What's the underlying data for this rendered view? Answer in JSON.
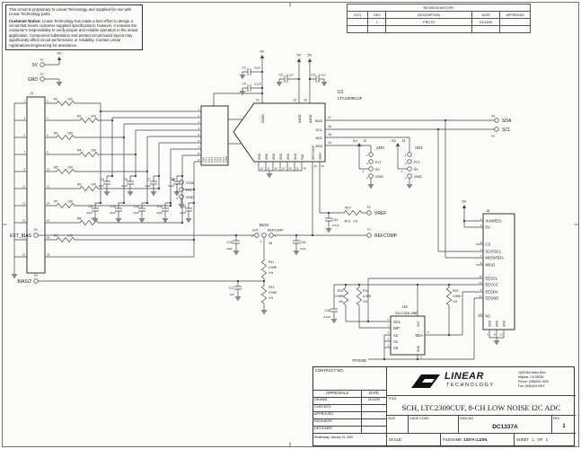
{
  "sheet": {
    "disclaimer1": "This circuit is proprietary to Linear Technology and supplied for use with Linear Technology parts.",
    "notice_label": "Customer Notice:",
    "disclaimer2": "Linear Technology has made a best effort to design a circuit that meets customer-supplied specifications; however, it remains the customer's responsibility to verify proper and reliable operation in the actual application. Component substitution and printed circuit board layout may significantly affect circuit performance or reliability. Contact Linear Applications Engineering for assistance."
  },
  "revision_table": {
    "title": "REVISION HISTORY",
    "columns": [
      "ECO",
      "REV",
      "DESCRIPTION",
      "DATE",
      "APPROVED"
    ],
    "row1": {
      "eco": "",
      "rev": "1",
      "description": "PROTO",
      "date": "01/14/09",
      "approved": ""
    }
  },
  "title_block": {
    "contract_label": "CONTRACT NO.",
    "approvals_label": "APPROVALS",
    "date_label": "DATE",
    "roles": [
      "DRAWN",
      "CHECKED",
      "APPROVED",
      "ENGINEER",
      "DESIGNER"
    ],
    "drawn_date": "01/14/09",
    "footer_date": "Wednesday, January 14, 2009",
    "company": {
      "name1": "LINEAR",
      "name2": "TECHNOLOGY",
      "addr1": "1630 McCarthy Blvd.",
      "addr2": "Milpitas, CA 95035",
      "addr3": "Phone: (408)432-1900",
      "addr4": "Fax: (408)434-0507"
    },
    "title_label": "TITLE",
    "title": "SCH, LTC2309CUF, 8-CH LOW NOISE I2C ADC",
    "size_label": "SIZE",
    "cage_label": "CAGE CODE",
    "dwg_label": "DWG NO",
    "dwg_no": "DC1337A",
    "rev_label": "REV",
    "rev": "1",
    "scale_label": "SCALE:",
    "filename_label": "FILENAME:",
    "filename": "1337A-1.DSN",
    "sheet_label": "SHEET",
    "sheet_no": "1",
    "of_label": "OF",
    "sheet_total": "1"
  },
  "power": {
    "v5": "5V"
  },
  "nets": {
    "ffgnd": "FFGND"
  },
  "turrets": {
    "e1": {
      "ref": "E1",
      "label": "5V"
    },
    "e2": {
      "ref": "E2",
      "label": "GND"
    },
    "e3": {
      "ref": "E3",
      "label": "SDA"
    },
    "e4": {
      "ref": "E4",
      "label": "SCL"
    },
    "e5": {
      "ref": "E5",
      "label": "VREF"
    },
    "e6": {
      "ref": "E6",
      "label": "EXT_BIAS"
    },
    "e7": {
      "ref": "E7",
      "label": "REFCOMP"
    },
    "e8": {
      "ref": "E8",
      "label": "BIAS/2"
    }
  },
  "u1": {
    "ref": "U1",
    "part": "LTC2309CUF",
    "mux_inputs": [
      "CH0",
      "CH1",
      "CH2",
      "CH3",
      "CH4",
      "CH5",
      "CH6",
      "CH7",
      "COM"
    ],
    "mux_pin_nums": [
      "1",
      "2",
      "3",
      "4",
      "5",
      "6",
      "7",
      "8",
      "9"
    ],
    "pins": {
      "dvdd": {
        "name": "DVDD",
        "num": "21"
      },
      "avdd1": {
        "name": "AVDD",
        "num": "13"
      },
      "avdd2": {
        "name": "AVDD",
        "num": "12"
      },
      "sda": {
        "name": "SDA",
        "num": "17"
      },
      "scl": {
        "name": "SCL",
        "num": "16"
      },
      "ad1": {
        "name": "AD1",
        "num": "15"
      },
      "ad0": {
        "name": "AD0",
        "num": "14"
      },
      "gnd_label": "GND",
      "gnd_nums": [
        "10",
        "11",
        "18",
        "19",
        "20",
        "22"
      ],
      "pad": {
        "name": "PAD",
        "num": "25"
      },
      "refcomp": {
        "name": "REFCOMP",
        "num": "23"
      },
      "vref": {
        "name": "VREF",
        "num": "24"
      }
    }
  },
  "u2": {
    "ref": "U2",
    "part": "24LC025-I/ST",
    "left": [
      {
        "num": "6",
        "name": "SCL"
      },
      {
        "num": "7",
        "name": "WP"
      },
      {
        "num": "3",
        "name": "A2"
      },
      {
        "num": "2",
        "name": "A1"
      },
      {
        "num": "1",
        "name": "A0"
      }
    ],
    "sda": {
      "num": "5",
      "name": "SDA"
    },
    "vcc": {
      "num": "8",
      "name": "VCC"
    },
    "gnd": {
      "num": "4",
      "name": "GND"
    }
  },
  "j1": {
    "ref": "J1",
    "odd": [
      "1",
      "3",
      "5",
      "7",
      "9",
      "11",
      "13",
      "15",
      "17",
      "19"
    ],
    "even": [
      "2",
      "4",
      "6",
      "8",
      "10",
      "12",
      "14",
      "16",
      "18",
      "20"
    ]
  },
  "j2": {
    "ref": "J2",
    "net": "AD0",
    "nums": [
      "1",
      "2",
      "3",
      "4"
    ],
    "opts": [
      "FLT",
      "5V",
      "GND"
    ]
  },
  "j3": {
    "ref": "J3",
    "net": "AD1",
    "nums": [
      "1",
      "2",
      "3",
      "4"
    ],
    "opts": [
      "FLT",
      "5V",
      "GND"
    ]
  },
  "j4": {
    "ref": "J4",
    "nums": [
      "1",
      "2",
      "3"
    ],
    "opts": [
      "COM",
      "FLT",
      "GND"
    ]
  },
  "j6": {
    "ref": "J6",
    "title": "BIAS",
    "left": "EXT",
    "right": "REFCOMP",
    "nums": [
      "3",
      "2",
      "1"
    ]
  },
  "j5": {
    "ref": "J5",
    "pins": [
      {
        "num": "1",
        "name": "VUNREG"
      },
      {
        "num": "2",
        "name": "5V"
      },
      {
        "num": "6",
        "name": "CS"
      },
      {
        "num": "4",
        "name": "SCK/SCL"
      },
      {
        "num": "7",
        "name": "MOSI/SDA"
      },
      {
        "num": "5",
        "name": "MISO"
      },
      {
        "num": "11",
        "name": "EESCL"
      },
      {
        "num": "10",
        "name": "EEVCC"
      },
      {
        "num": "9",
        "name": "EESDA"
      },
      {
        "num": "12",
        "name": "EEGND"
      },
      {
        "num": "14",
        "name": "NC"
      }
    ],
    "gnd_nums": [
      "3",
      "8",
      "13"
    ],
    "gnd_label": "GND"
  },
  "resistors": {
    "r1": {
      "ref": "R1",
      "value": "100"
    },
    "r2": {
      "ref": "R2",
      "value": "100"
    },
    "r3": {
      "ref": "R3",
      "value": "100"
    },
    "r4": {
      "ref": "R4",
      "value": "100"
    },
    "r5": {
      "ref": "R5",
      "value": "100"
    },
    "r6": {
      "ref": "R6",
      "value": "100"
    },
    "r7": {
      "ref": "R7",
      "value": "100"
    },
    "r8": {
      "ref": "R8",
      "value": "100"
    },
    "r9": {
      "ref": "R9",
      "value": "100"
    },
    "r10": {
      "ref": "R10",
      "value": "49.9",
      "tol": "1%"
    },
    "r11": {
      "ref": "R11",
      "value": "4.99K",
      "tol": "1%"
    },
    "r12": {
      "ref": "R12",
      "value": "4.99K",
      "tol": "1%"
    },
    "r13": {
      "ref": "R13",
      "value": "4.99K",
      "tol": "1%"
    },
    "r14": {
      "ref": "R14",
      "value": "4.99K",
      "tol": "1%"
    },
    "r15": {
      "ref": "R15",
      "value": "4.99K",
      "tol": "1%"
    }
  },
  "caps": {
    "c1": {
      "ref": "C1",
      "value": "10uF"
    },
    "c2": {
      "ref": "C2",
      "value": "0.1uF"
    },
    "c3": {
      "ref": "C3",
      "value": "0.1uF"
    },
    "c4": {
      "ref": "C4",
      "value": "0.1uF"
    },
    "c5": {
      "ref": "C5",
      "value": "47pF"
    },
    "c6": {
      "ref": "C6",
      "value": "47pF"
    },
    "c7": {
      "ref": "C7",
      "value": "47pF"
    },
    "c8": {
      "ref": "C8",
      "value": "47pF"
    },
    "c9": {
      "ref": "C9",
      "value": "47pF"
    },
    "c10": {
      "ref": "C10",
      "value": "47pF"
    },
    "c11": {
      "ref": "C11",
      "value": "47pF"
    },
    "c12": {
      "ref": "C12",
      "value": "47pF"
    },
    "c13": {
      "ref": "C13",
      "value": "47pF"
    },
    "c14": {
      "ref": "C14",
      "value": "2.2uF"
    },
    "c15": {
      "ref": "C15",
      "value": "10uF"
    },
    "c16": {
      "ref": "C16",
      "value": "10uF"
    },
    "c17": {
      "ref": "C17",
      "value": "1uF"
    },
    "c18": {
      "ref": "C18",
      "value": "0.1uF"
    }
  }
}
